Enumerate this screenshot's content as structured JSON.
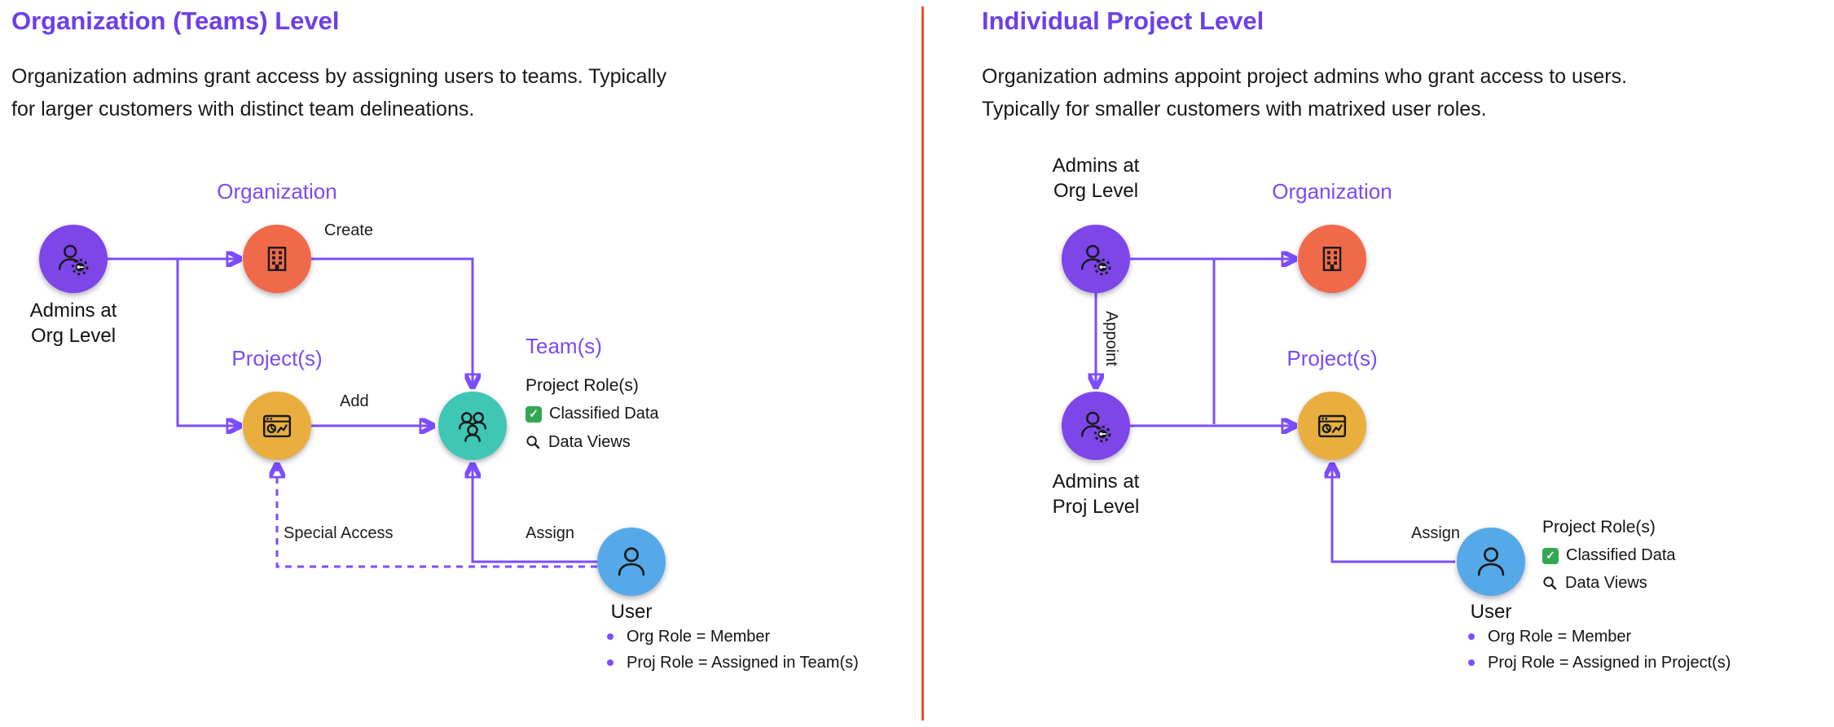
{
  "colors": {
    "accent": "#6C3FEA",
    "node_label": "#7A4BF2",
    "arrow": "#7C4DFF",
    "divider": "#E8502D",
    "admin_node": "#7E46E8",
    "org_node": "#F06A4A",
    "project_node": "#EAAE3E",
    "team_node": "#3FC6B4",
    "user_node": "#55A9E8",
    "check_green": "#33A852",
    "text": "#161616"
  },
  "icons": {
    "check": "✓"
  },
  "left": {
    "title": "Organization (Teams) Level",
    "description_lines": [
      "Organization admins grant access by assigning users to teams. Typically",
      "for larger customers with distinct team delineations."
    ],
    "labels": {
      "organization": "Organization",
      "projects": "Project(s)",
      "teams": "Team(s)",
      "admin_line1": "Admins at",
      "admin_line2": "Org Level",
      "user": "User"
    },
    "edges": {
      "create": "Create",
      "add": "Add",
      "assign": "Assign",
      "special_access": "Special Access"
    },
    "team_details": {
      "heading": "Project Role(s)",
      "classified": "Classified Data",
      "data_views": "Data Views"
    },
    "user_notes": [
      "Org Role = Member",
      "Proj Role = Assigned in Team(s)"
    ]
  },
  "right": {
    "title": "Individual Project Level",
    "description_lines": [
      "Organization admins appoint project admins who grant access to users.",
      "Typically for smaller customers with matrixed user roles."
    ],
    "labels": {
      "organization": "Organization",
      "projects": "Project(s)",
      "admin_org_line1": "Admins at",
      "admin_org_line2": "Org Level",
      "admin_proj_line1": "Admins at",
      "admin_proj_line2": "Proj Level",
      "user": "User"
    },
    "edges": {
      "appoint": "Appoint",
      "assign": "Assign"
    },
    "project_details": {
      "heading": "Project Role(s)",
      "classified": "Classified Data",
      "data_views": "Data Views"
    },
    "user_notes": [
      "Org Role = Member",
      "Proj Role = Assigned in Project(s)"
    ]
  }
}
